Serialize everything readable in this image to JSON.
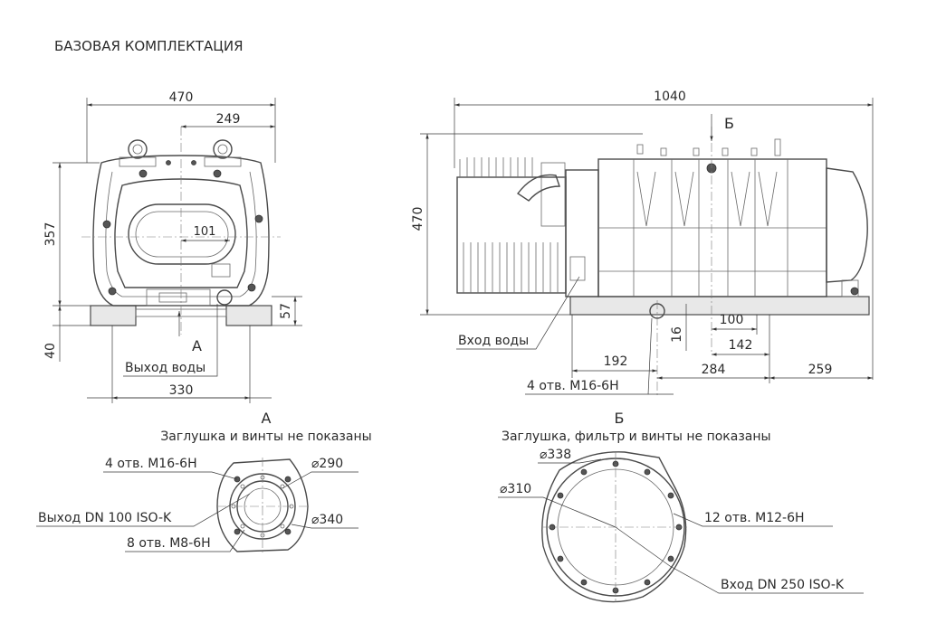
{
  "title": "БАЗОВАЯ КОМПЛЕКТАЦИЯ",
  "front_view": {
    "dim_width": "470",
    "dim_249": "249",
    "dim_101": "101",
    "dim_height": "357",
    "dim_40": "40",
    "dim_57": "57",
    "dim_330": "330",
    "view_arrow": "A",
    "water_out": "Выход воды"
  },
  "side_view": {
    "dim_length": "1040",
    "dim_height": "470",
    "view_arrow": "Б",
    "water_in": "Вход воды",
    "dim_100": "100",
    "dim_16": "16",
    "dim_142": "142",
    "dim_192": "192",
    "dim_284": "284",
    "dim_259": "259",
    "holes": "4 отв. М16-6Н"
  },
  "detail_a": {
    "label": "А",
    "note": "Заглушка и винты не показаны",
    "holes_m16": "4 отв. М16-6Н",
    "outlet": "Выход DN 100 ISO-K",
    "holes_m8": "8 отв. М8-6Н",
    "dia_290": "⌀290",
    "dia_340": "⌀340"
  },
  "detail_b": {
    "label": "Б",
    "note": "Заглушка, фильтр и винты не показаны",
    "dia_338": "⌀338",
    "dia_310": "⌀310",
    "holes_m12": "12 отв. М12-6Н",
    "inlet": "Вход DN 250 ISO-K"
  }
}
